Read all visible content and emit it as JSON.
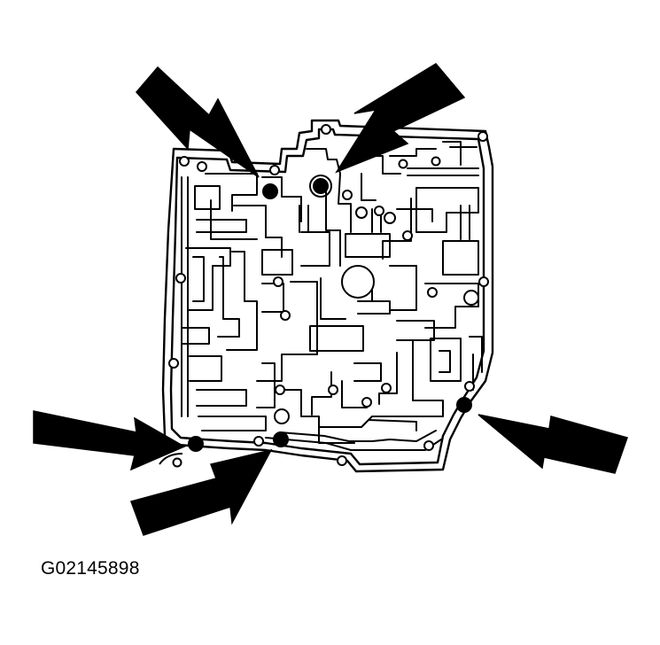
{
  "figure": {
    "id_label": "G02145898"
  },
  "colors": {
    "ink": "#000000",
    "paper": "#ffffff"
  },
  "callouts": {
    "count": 5,
    "marker_style": "filled-circle",
    "pointer_style": "filled-arrow"
  }
}
